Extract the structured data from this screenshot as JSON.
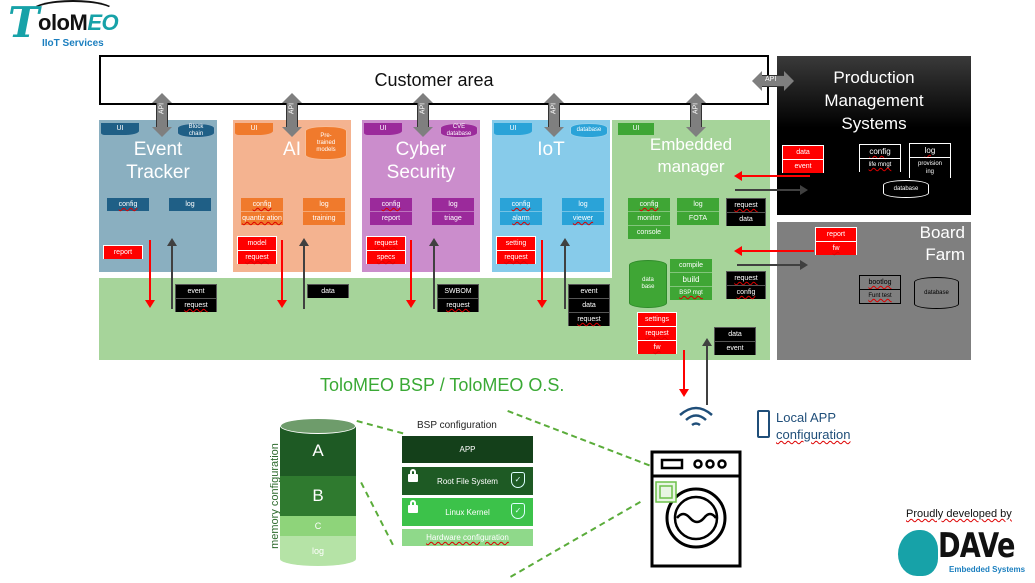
{
  "logo": {
    "brand": "ToloMEO",
    "brand_initial": "T",
    "brand_rest": "oloM",
    "brand_accent": "EO",
    "subtitle": "IIoT Services"
  },
  "customer_area": {
    "label": "Customer area"
  },
  "api_label": "API",
  "services": [
    {
      "id": "event-tracker",
      "title_lines": [
        "Event",
        "Tracker"
      ],
      "color": "#8aafc0",
      "accent": "#1f5f86",
      "ui": "UI",
      "db": "Block chain",
      "stacks": [
        [
          "config"
        ],
        [
          "log"
        ]
      ],
      "outgoing": [
        "report"
      ],
      "incoming": [
        "event",
        "request"
      ]
    },
    {
      "id": "ai",
      "title_lines": [
        "AI"
      ],
      "color": "#f4b390",
      "accent": "#f07a2c",
      "ui": "UI",
      "db": "Pre-trained models",
      "stacks": [
        [
          "config",
          "quantiz ation"
        ],
        [
          "log",
          "training"
        ]
      ],
      "outgoing": [
        "model",
        "request"
      ],
      "incoming": [
        "data"
      ]
    },
    {
      "id": "cyber-security",
      "title_lines": [
        "Cyber",
        "Security"
      ],
      "color": "#cb8dcc",
      "accent": "#9b2a9b",
      "ui": "UI",
      "db": "CVE database",
      "stacks": [
        [
          "config",
          "report"
        ],
        [
          "log",
          "triage"
        ]
      ],
      "outgoing": [
        "request",
        "specs"
      ],
      "incoming": [
        "SWBOM",
        "request"
      ]
    },
    {
      "id": "iot",
      "title_lines": [
        "IoT"
      ],
      "color": "#87cbea",
      "accent": "#2aa3d8",
      "ui": "UI",
      "db": "database",
      "stacks": [
        [
          "config",
          "alarm"
        ],
        [
          "log",
          "viewer"
        ]
      ],
      "outgoing": [
        "setting",
        "request"
      ],
      "incoming": [
        "event",
        "data",
        "request"
      ]
    }
  ],
  "embedded_manager": {
    "title_lines": [
      "Embedded",
      "manager"
    ],
    "ui": "UI",
    "color": "#a6d49a",
    "accent": "#3fa635",
    "stack_a": [
      "config",
      "monitor",
      "console"
    ],
    "stack_b": [
      "log",
      "FOTA"
    ],
    "to_pms": [
      "request",
      "data"
    ],
    "db": "data base",
    "stack_c": [
      "compile",
      "build",
      "BSP mgt"
    ],
    "to_farm": [
      "request",
      "config"
    ],
    "outgoing": [
      "settings",
      "request",
      "fw"
    ],
    "incoming": [
      "data",
      "event"
    ]
  },
  "production_management": {
    "title_lines": [
      "Production",
      "Management",
      "Systems"
    ],
    "incoming": [
      "data",
      "event"
    ],
    "stack_a": [
      "config",
      "life mngt"
    ],
    "stack_b": [
      "log",
      "provision ing"
    ],
    "db": "database"
  },
  "board_farm": {
    "title_lines": [
      "Board",
      "Farm"
    ],
    "incoming": [
      "report",
      "fw"
    ],
    "stack": [
      "bootlog",
      "Funt test"
    ],
    "db": "database"
  },
  "bsp": {
    "title": "ToloMEO BSP / ToloMEO O.S.",
    "config_title": "BSP configuration",
    "layers": [
      {
        "label": "APP",
        "color": "#14401a"
      },
      {
        "label": "Root File System",
        "color": "#1e5a24",
        "lock": true,
        "shield": true
      },
      {
        "label": "Linux Kernel",
        "color": "#3cc24a",
        "lock": true,
        "shield": true
      },
      {
        "label": "Hardware configuration",
        "color": "#8fd98a"
      }
    ],
    "memory_label": "memory configuration",
    "partitions": [
      {
        "label": "A",
        "color": "#1e5a24"
      },
      {
        "label": "B",
        "color": "#2f7a2f"
      },
      {
        "label": "C",
        "color": "#8ed47a"
      },
      {
        "label": "log",
        "color": "#b5e3a6"
      }
    ]
  },
  "device": {
    "local_app": [
      "Local APP",
      "configuration"
    ]
  },
  "footer": {
    "credit": "Proudly developed by",
    "dave": "DAVe",
    "dave_sub": "Embedded Systems"
  }
}
